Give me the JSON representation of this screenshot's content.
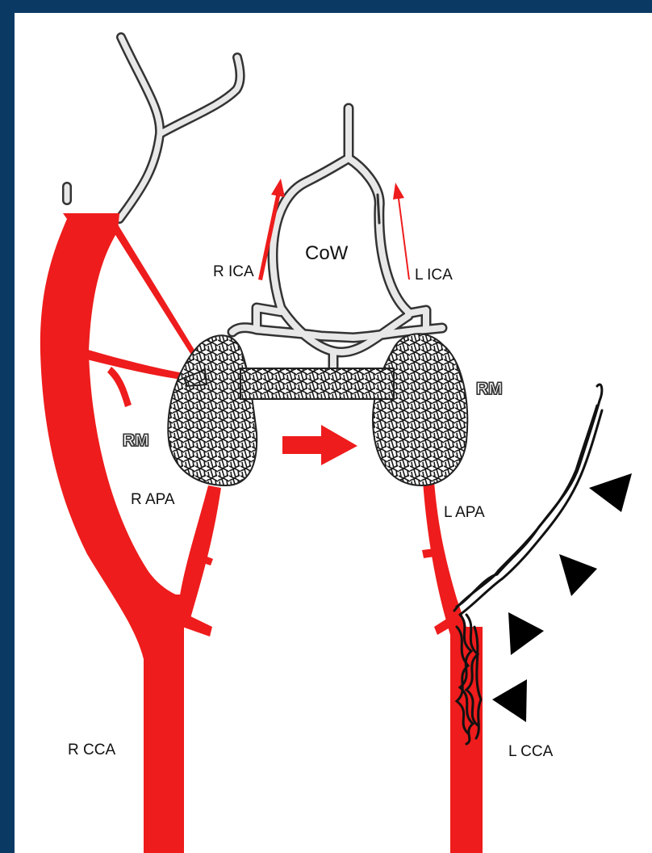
{
  "labels": {
    "cow": "CoW",
    "r_ica": "R ICA",
    "l_ica": "L ICA",
    "rm_left": "RM",
    "rm_right": "RM",
    "r_apa": "R APA",
    "l_apa": "L APA",
    "r_cca": "R CCA",
    "l_cca": "L CCA"
  },
  "colors": {
    "artery": "#ee1c1c",
    "frame": "#0a3a63",
    "background": "#ffffff",
    "vessel_outline": "#333333",
    "vessel_fill": "#e8e8e8",
    "thrombus": "#111111",
    "arrowheads": "#000000"
  },
  "icons": {
    "flow_arrows": "red-arrow-icon",
    "markers": "black-arrowhead-icon"
  }
}
